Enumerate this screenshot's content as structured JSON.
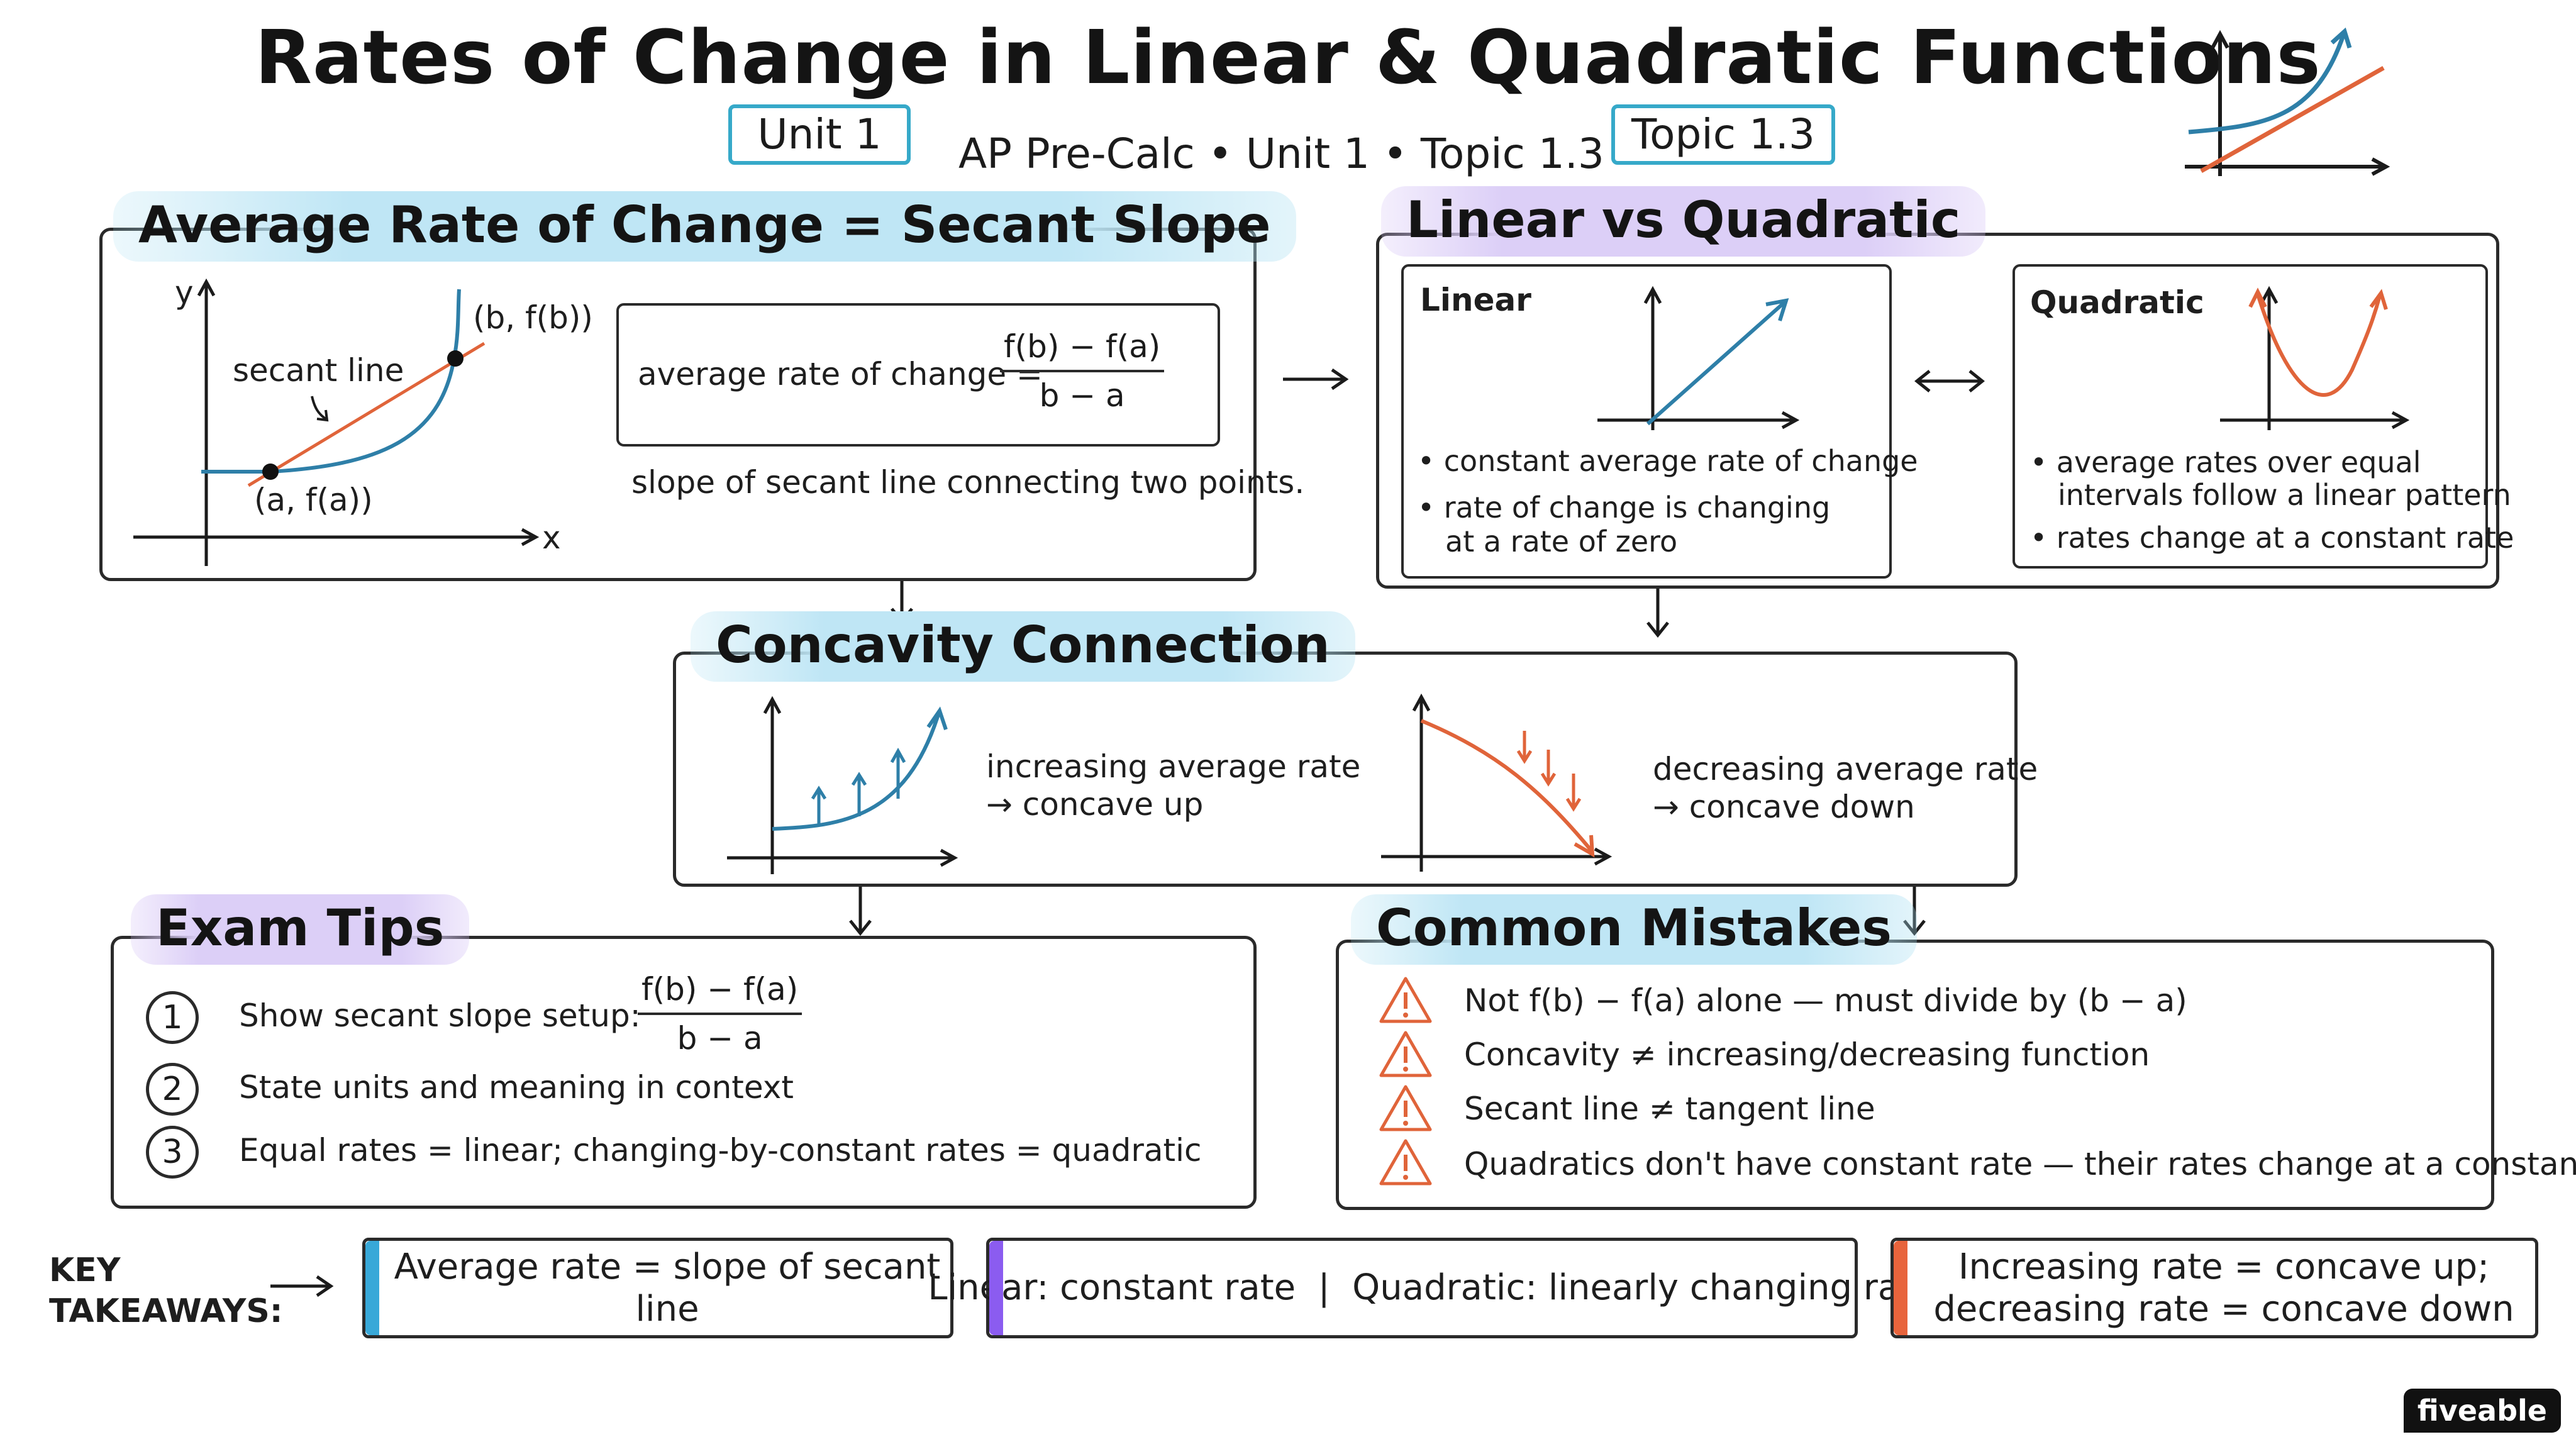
{
  "header": {
    "title": "Rates of Change in Linear & Quadratic Functions",
    "subtitle": "AP Pre-Calc • Unit 1 • Topic 1.3",
    "pill_unit": "Unit 1",
    "pill_topic": "Topic 1.3"
  },
  "secant": {
    "heading": "Average Rate of Change = Secant Slope",
    "axis_y": "y",
    "axis_x": "x",
    "label_secant": "secant line",
    "point_b": "(b, f(b))",
    "point_a": "(a, f(a))",
    "formula_label": "average rate of change =",
    "formula_num": "f(b) − f(a)",
    "formula_den": "b − a",
    "caption": "slope of secant line connecting two points."
  },
  "linear_vs_quadratic": {
    "heading": "Linear vs Quadratic",
    "linear_title": "Linear",
    "linear_bullets": [
      "constant average rate of change",
      "rate of change is changing",
      "at a rate of zero"
    ],
    "quad_title": "Quadratic",
    "quad_bullets": [
      "average rates over equal",
      "intervals follow a linear pattern",
      "rates change at a constant rate"
    ]
  },
  "concavity": {
    "heading": "Concavity Connection",
    "up_line1": "increasing average rate",
    "up_line2": "→ concave up",
    "down_line1": "decreasing average rate",
    "down_line2": "→ concave down"
  },
  "exam_tips": {
    "heading": "Exam Tips",
    "tips": [
      {
        "num": "1",
        "text": "Show secant slope setup:"
      },
      {
        "num": "2",
        "text": "State units and meaning in context"
      },
      {
        "num": "3",
        "text": "Equal rates = linear; changing-by-constant rates = quadratic"
      }
    ],
    "frac_num": "f(b) − f(a)",
    "frac_den": "b − a"
  },
  "mistakes": {
    "heading": "Common Mistakes",
    "items": [
      "Not f(b) − f(a) alone — must divide by (b − a)",
      "Concavity ≠ increasing/decreasing function",
      "Secant line ≠ tangent line",
      "Quadratics don't have constant rate — their rates change at a constant rate"
    ]
  },
  "takeaways": {
    "label_line1": "KEY",
    "label_line2": "TAKEAWAYS:",
    "items": [
      {
        "line1": "Average rate = slope of secant line",
        "line2": "",
        "color": "#38a8d8"
      },
      {
        "line1": "Linear: constant rate  |  Quadratic: linearly changing rate",
        "line2": "",
        "color": "#8b5cf0"
      },
      {
        "line1": "Increasing rate = concave up;",
        "line2": "decreasing rate = concave down",
        "color": "#e8643c"
      }
    ]
  },
  "brand": "fiveable",
  "colors": {
    "blue": "#2e7fa8",
    "orange": "#e0643a",
    "purple": "#8b5cf0",
    "accent": "#36a9c9"
  }
}
